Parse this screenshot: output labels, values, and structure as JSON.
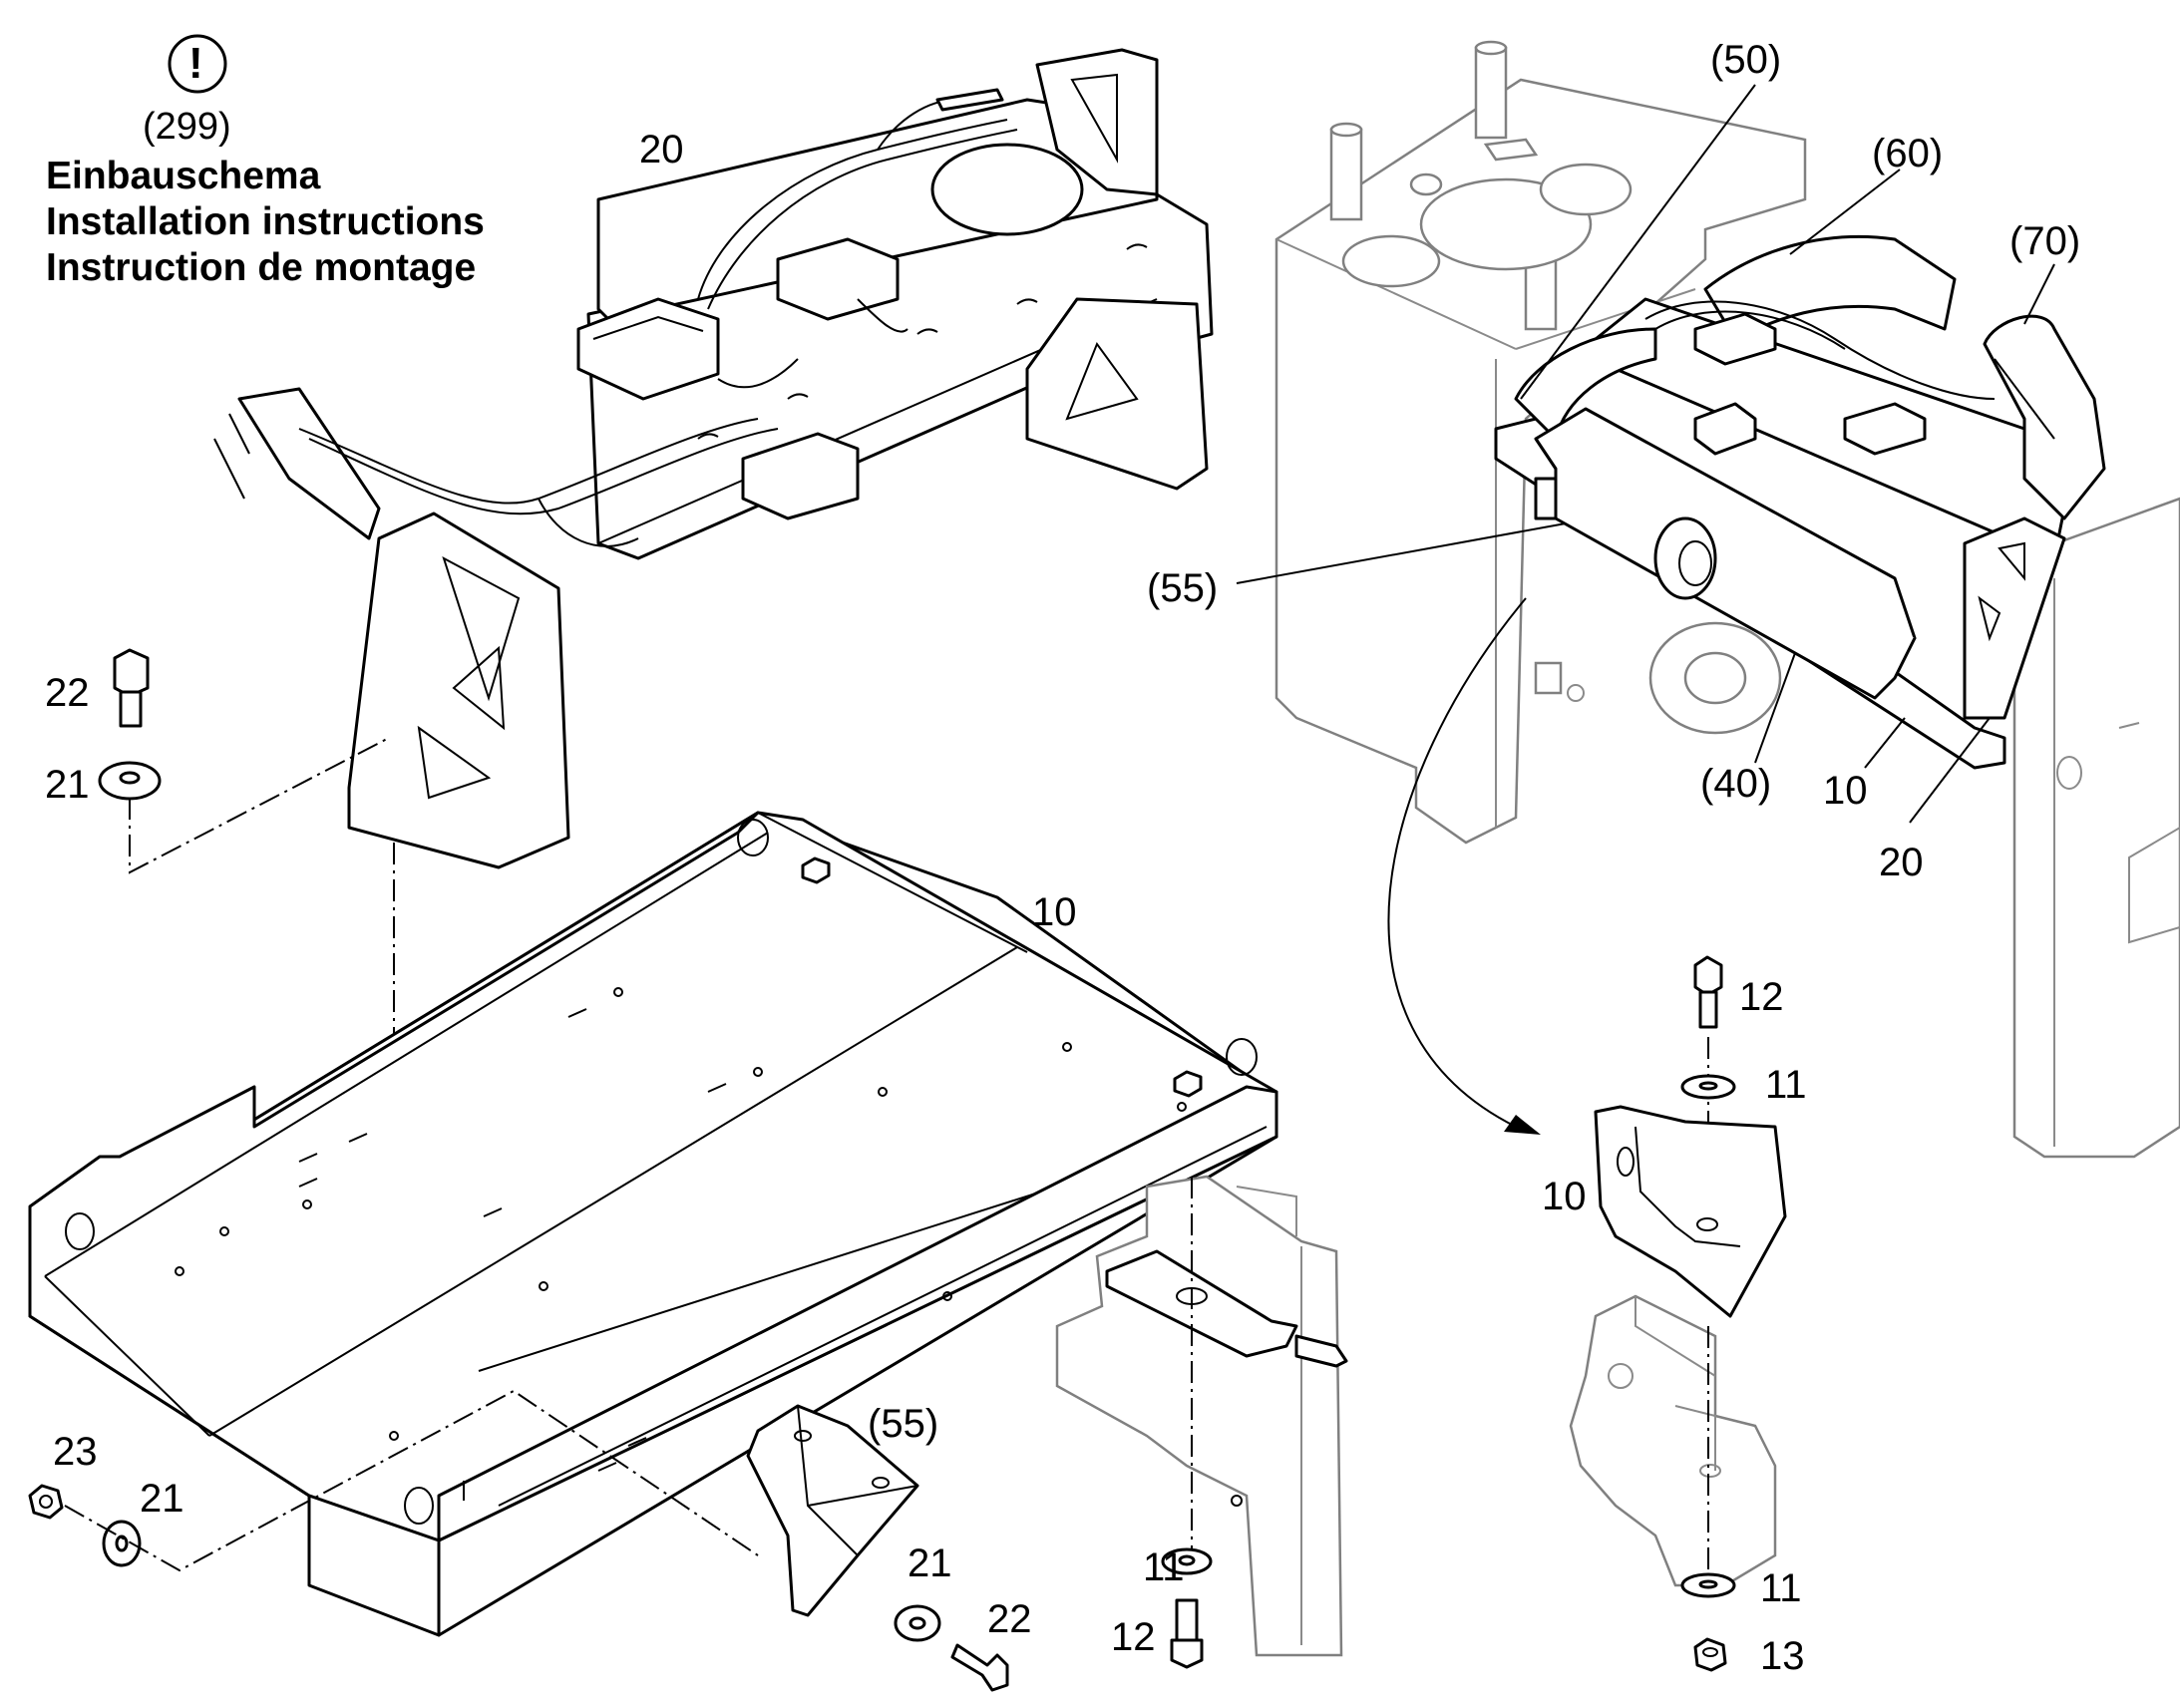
{
  "warning": {
    "symbol": "!",
    "ref": "(299)",
    "lines": [
      "Einbauschema",
      "Installation instructions",
      "Instruction de montage"
    ]
  },
  "labels": {
    "l20_top": "20",
    "l22_left": "22",
    "l21_left": "21",
    "l10_tray": "10",
    "l23": "23",
    "l21_bottom": "21",
    "l55_bracket": "(55)",
    "l21_bottom_right": "21",
    "l22_bottom_right": "22",
    "l11_mid": "11",
    "l12_mid": "12",
    "l50": "(50)",
    "l60": "(60)",
    "l70": "(70)",
    "l55_right": "(55)",
    "l40": "(40)",
    "l10_right": "10",
    "l20_right": "20",
    "l12_detail": "12",
    "l11_detail_top": "11",
    "l10_detail": "10",
    "l11_detail_bottom": "11",
    "l13": "13"
  }
}
